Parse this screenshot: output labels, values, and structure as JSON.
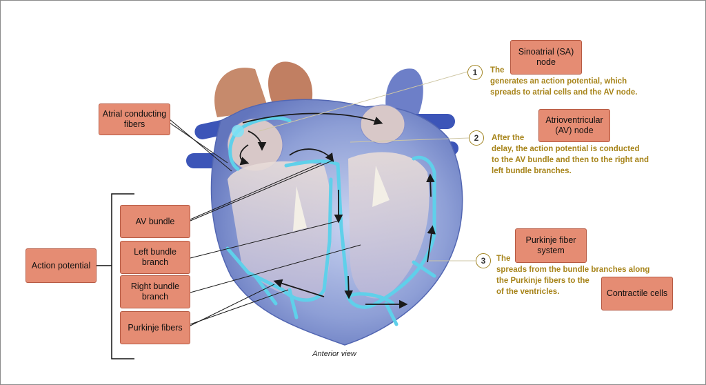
{
  "labels": {
    "sa_node": "Sinoatrial (SA)\nnode",
    "atrial_fibers": "Atrial conducting\nfibers",
    "av_node": "Atrioventricular\n(AV) node",
    "av_bundle": "AV bundle",
    "left_branch": "Left bundle\nbranch",
    "right_branch": "Right bundle\nbranch",
    "purkinje_fibers": "Purkinje fibers",
    "action_potential": "Action potential",
    "purkinje_system": "Purkinje fiber\nsystem",
    "contractile_cells": "Contractile cells"
  },
  "steps": [
    {
      "number": "1",
      "lead": "The",
      "text": "generates an action potential, which\nspreads to atrial cells and the AV node."
    },
    {
      "number": "2",
      "lead": "After the",
      "text": "delay, the action potential is conducted\nto the AV bundle and then to the right and\nleft bundle branches."
    },
    {
      "number": "3",
      "lead": "The",
      "text": "spreads from the bundle branches along\nthe Purkinje fibers to the\nof the ventricles."
    }
  ],
  "caption": "Anterior view",
  "colors": {
    "box_fill": "#e58c73",
    "step_text": "#a7841a",
    "conduction": "#5fd0ea",
    "heart_wall": "#8e9fd6"
  }
}
